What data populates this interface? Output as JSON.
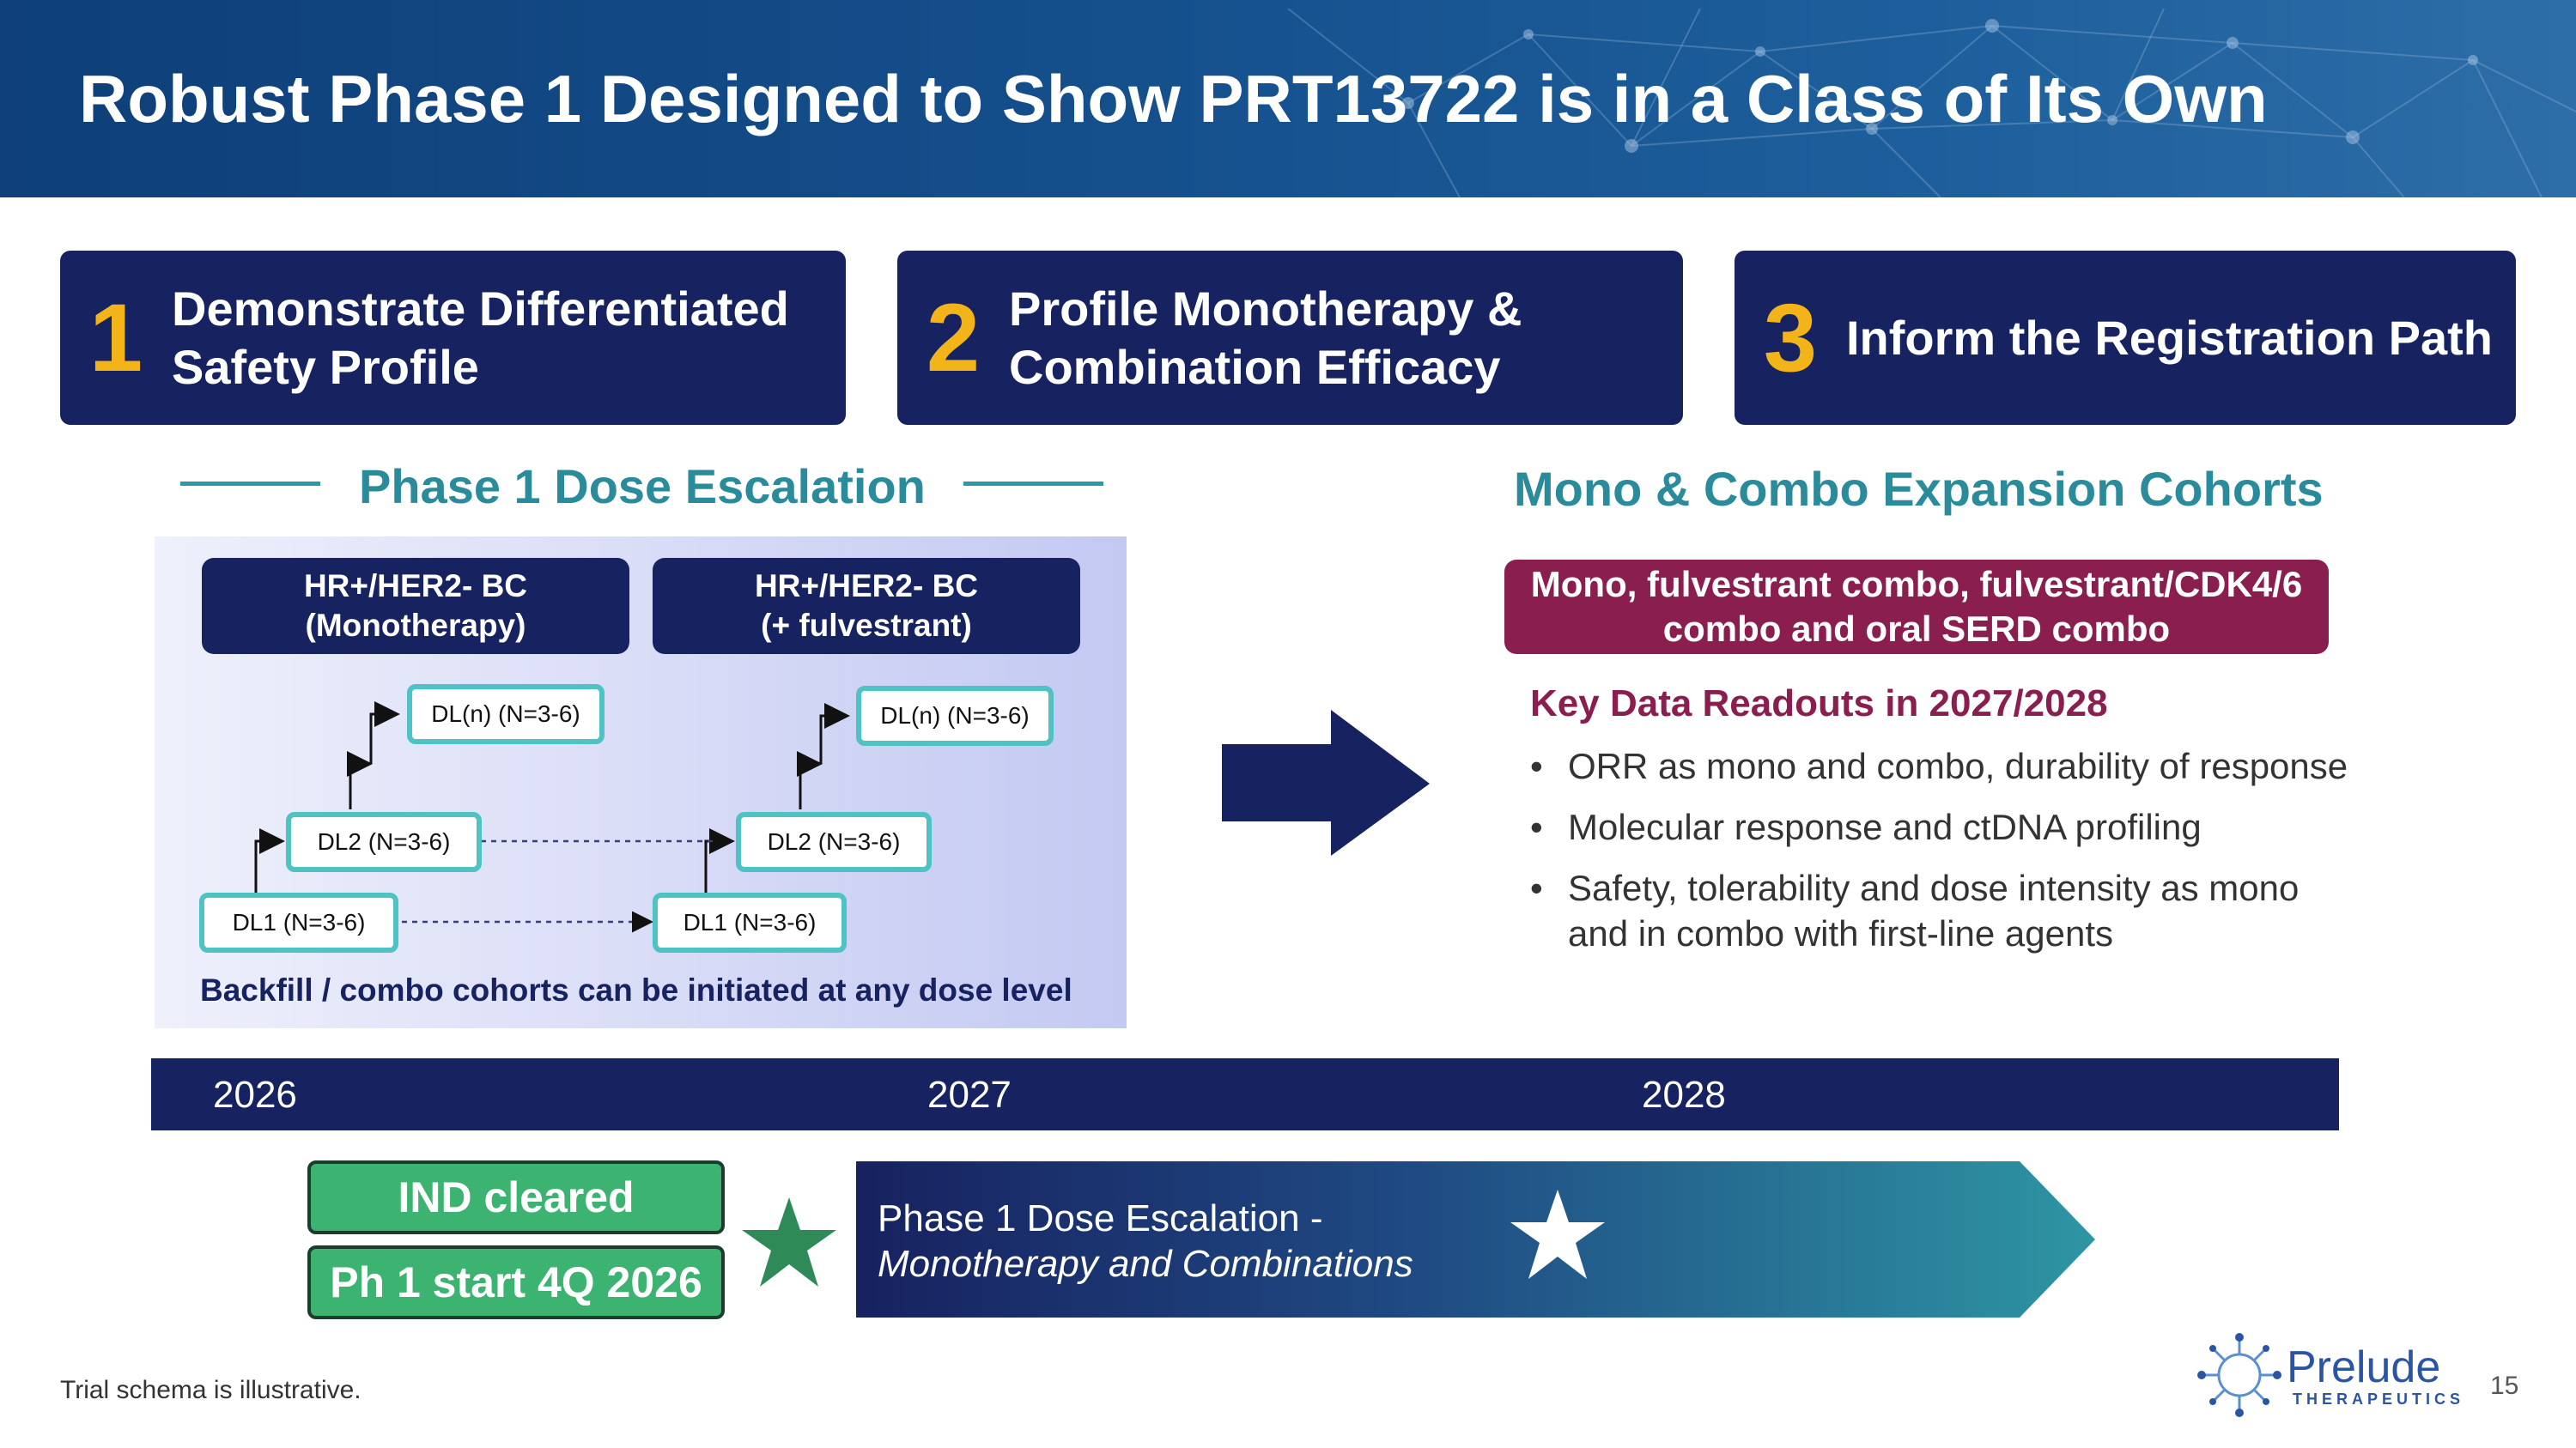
{
  "title": "Robust Phase 1 Designed to Show PRT13722 is in a Class of Its Own",
  "objectives": [
    {
      "number": "1",
      "text": "Demonstrate Differentiated\nSafety Profile"
    },
    {
      "number": "2",
      "text": "Profile Monotherapy &\nCombination Efficacy"
    },
    {
      "number": "3",
      "text": "Inform the Registration Path"
    }
  ],
  "dose_escalation": {
    "heading": "Phase 1 Dose Escalation",
    "arms": [
      {
        "label": "HR+/HER2- BC\n(Monotherapy)",
        "levels": [
          "DL1 (N=3-6)",
          "DL2 (N=3-6)",
          "DL(n) (N=3-6)"
        ]
      },
      {
        "label": "HR+/HER2- BC\n(+ fulvestrant)",
        "levels": [
          "DL1 (N=3-6)",
          "DL2 (N=3-6)",
          "DL(n) (N=3-6)"
        ]
      }
    ],
    "note": "Backfill / combo cohorts can be initiated at any dose level"
  },
  "expansion": {
    "heading": "Mono & Combo Expansion Cohorts",
    "cohort_label": "Mono, fulvestrant combo, fulvestrant/CDK4/6\ncombo and oral SERD combo",
    "readouts_title": "Key Data Readouts in 2027/2028",
    "bullets": [
      "ORR as mono and combo, durability of response",
      "Molecular response and ctDNA profiling",
      "Safety, tolerability and dose intensity as mono\nand in combo with first-line agents"
    ]
  },
  "timeline": {
    "years": [
      "2026",
      "2027",
      "2028"
    ],
    "milestones": [
      "IND cleared",
      "Ph 1 start 4Q 2026"
    ],
    "phase_line1": "Phase 1 Dose Escalation -",
    "phase_line2": "Monotherapy and Combinations"
  },
  "footnote": "Trial schema is illustrative.",
  "logo": {
    "name": "Prelude",
    "tagline": "THERAPEUTICS"
  },
  "page_number": "15",
  "colors": {
    "navy": "#172260",
    "accent_yellow": "#f2b418",
    "teal": "#2a8b9b",
    "maroon": "#8a1f4f",
    "green": "#3cb371",
    "cyan_border": "#4fc3c4"
  },
  "icons": [
    "network-pattern",
    "arrow-right-icon",
    "star-icon",
    "prelude-logo-icon"
  ]
}
